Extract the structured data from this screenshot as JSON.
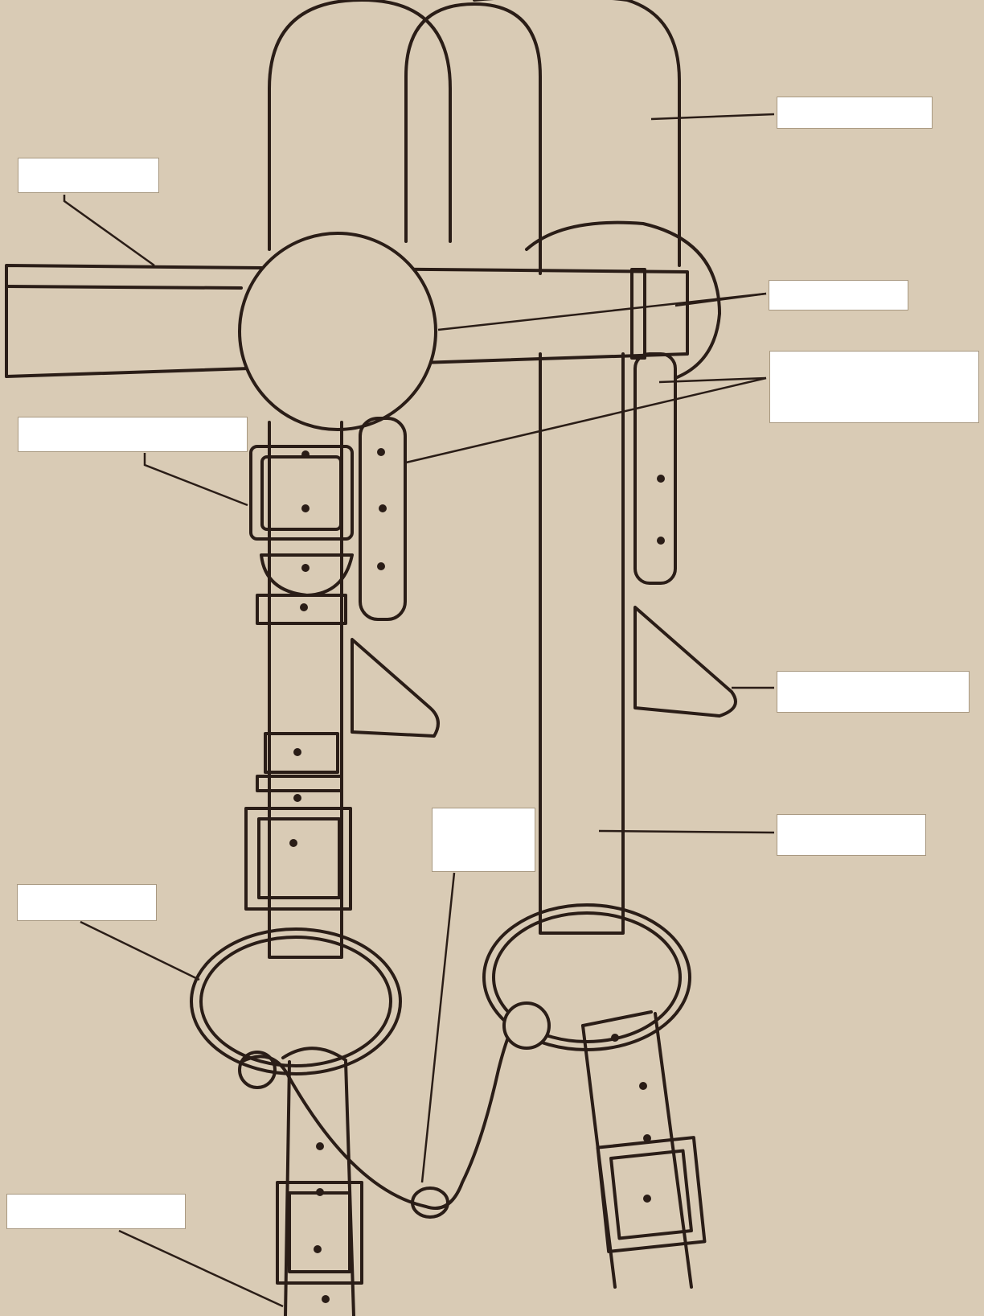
{
  "colors": {
    "paper": "#d9cbb5",
    "ink": "#2a1d17",
    "label_fill": "#ffffff"
  },
  "labels": [
    {
      "id": "label-1",
      "text": ""
    },
    {
      "id": "label-2",
      "text": ""
    },
    {
      "id": "label-3",
      "text": ""
    },
    {
      "id": "label-4",
      "text": ""
    },
    {
      "id": "label-5",
      "text": ""
    },
    {
      "id": "label-6",
      "text": ""
    },
    {
      "id": "label-7",
      "text": ""
    },
    {
      "id": "label-8",
      "text": ""
    },
    {
      "id": "label-9",
      "text": ""
    },
    {
      "id": "label-10",
      "text": ""
    }
  ]
}
